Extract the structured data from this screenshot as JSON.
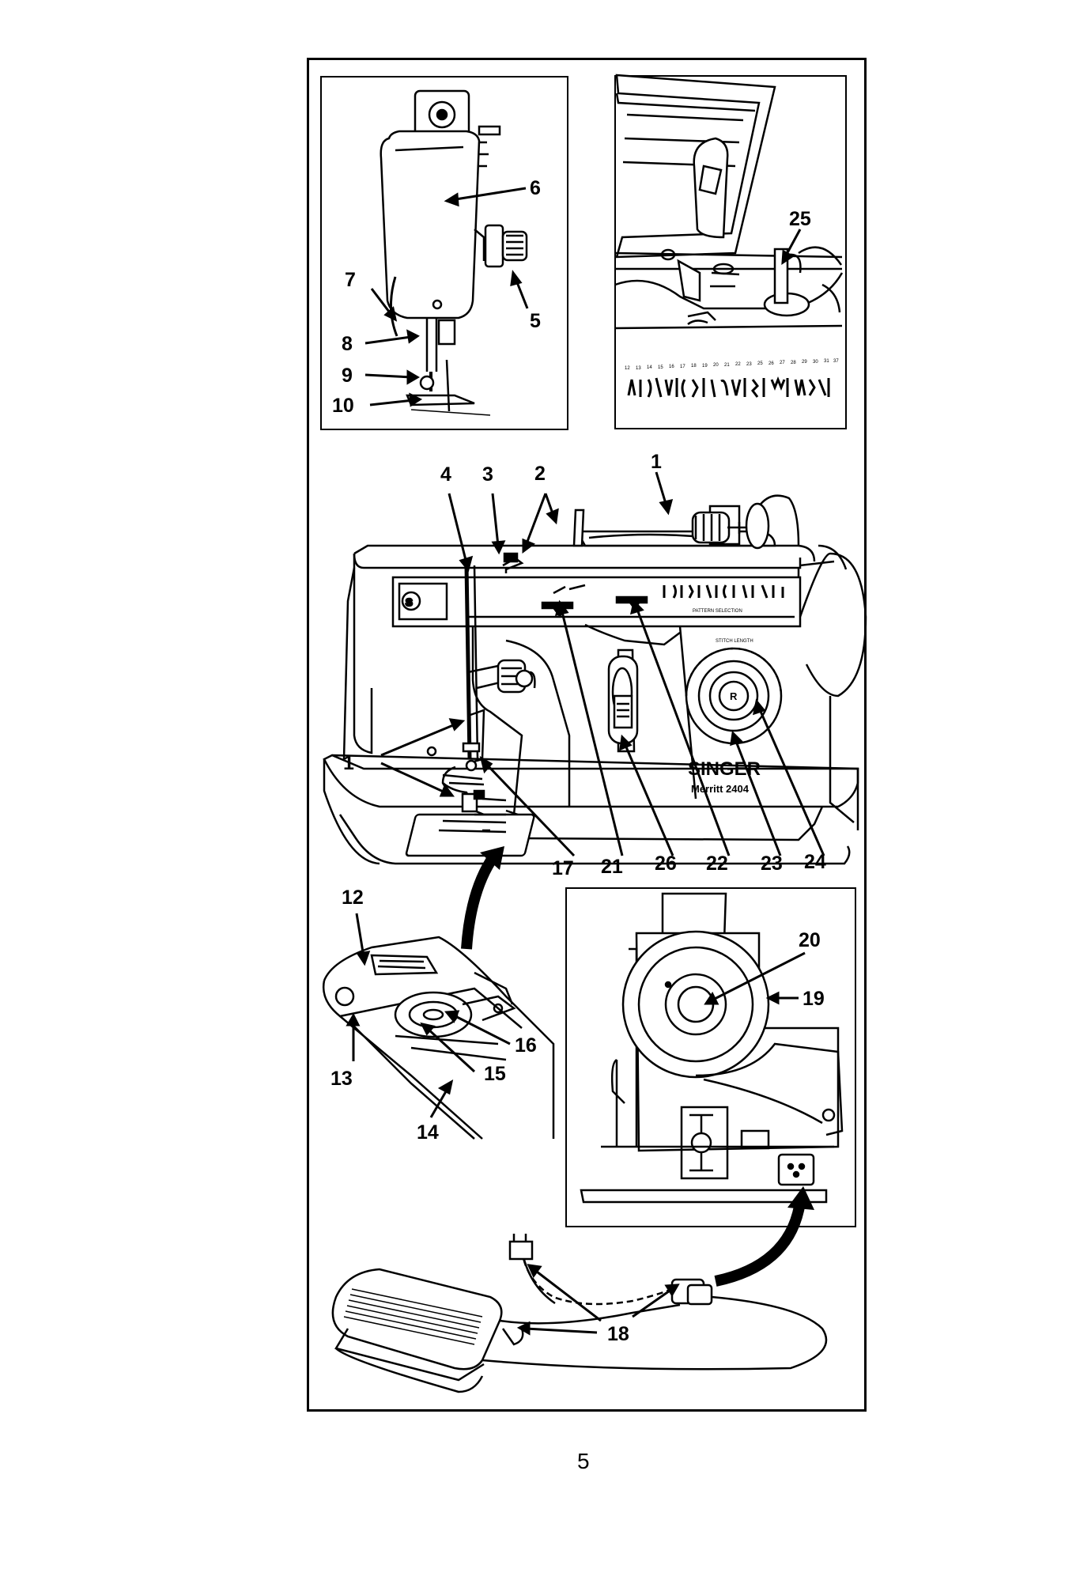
{
  "page_number": "5",
  "callouts": {
    "c1a": "1",
    "c1b": "1",
    "c2": "2",
    "c3": "3",
    "c4": "4",
    "c5": "5",
    "c6": "6",
    "c7": "7",
    "c8": "8",
    "c9": "9",
    "c10": "10",
    "c12": "12",
    "c13": "13",
    "c14": "14",
    "c15": "15",
    "c16": "16",
    "c17": "17",
    "c18": "18",
    "c19": "19",
    "c20": "20",
    "c21": "21",
    "c22": "22",
    "c23": "23",
    "c24": "24",
    "c25": "25",
    "c26": "26"
  },
  "machine_labels": {
    "brand": "SINGER",
    "model": "Merritt 2404",
    "hand_wheel_letter": "R",
    "pattern_selection": "PATTERN SELECTION",
    "stitch_length": "STITCH LENGTH"
  },
  "pattern_numbers": [
    "12",
    "13",
    "14",
    "15",
    "16",
    "17",
    "18",
    "19",
    "20",
    "21",
    "22",
    "23",
    "25",
    "26",
    "27",
    "28",
    "29",
    "30",
    "31",
    "37"
  ]
}
